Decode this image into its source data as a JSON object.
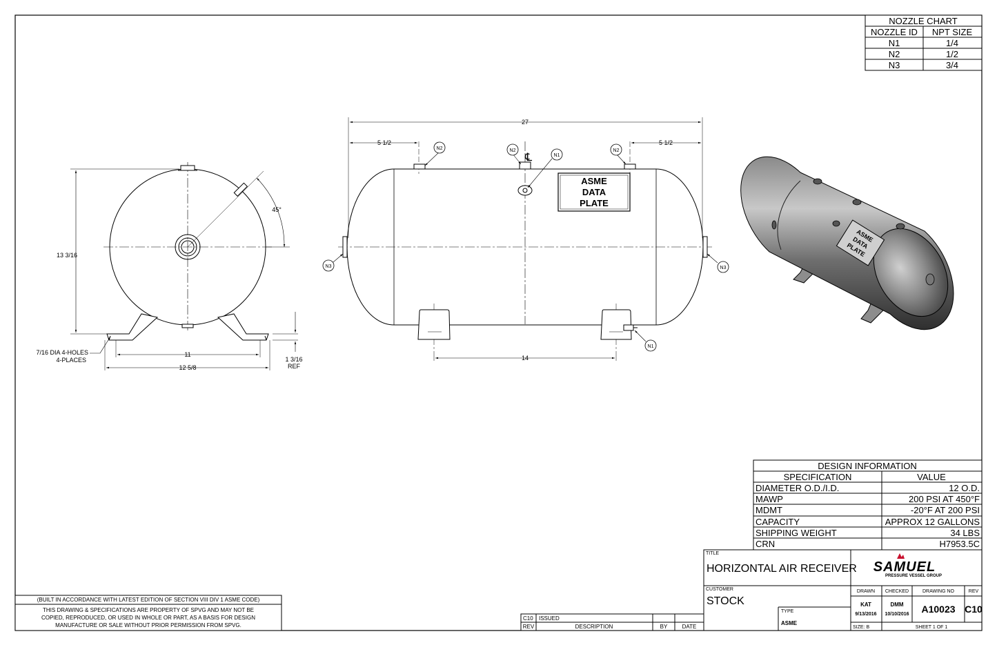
{
  "nozzle_chart": {
    "title": "NOZZLE CHART",
    "headers": [
      "NOZZLE ID",
      "NPT SIZE"
    ],
    "rows": [
      {
        "id": "N1",
        "size": "1/4"
      },
      {
        "id": "N2",
        "size": "1/2"
      },
      {
        "id": "N3",
        "size": "3/4"
      }
    ]
  },
  "end_view": {
    "height_dim": "13 3/16",
    "angle_dim": "45°",
    "feet_span_dim": "11",
    "overall_width_dim": "12 5/8",
    "foot_height_dim": "1 3/16",
    "foot_height_ref": "REF",
    "holes_note_1": "7/16 DIA 4-HOLES",
    "holes_note_2": "4-PLACES"
  },
  "side_view": {
    "overall_length_dim": "27",
    "left_offset_dim": "5 1/2",
    "right_offset_dim": "5 1/2",
    "saddle_spacing_dim": "14",
    "centerline_symbol": "℄",
    "plate_line1": "ASME",
    "plate_line2": "DATA",
    "plate_line3": "PLATE",
    "callouts": {
      "n1_top": "N1",
      "n2_left": "N2",
      "n2_center": "N2",
      "n2_right": "N2",
      "n3_left": "N3",
      "n3_right": "N3",
      "n1_bottom": "N1"
    }
  },
  "iso_view": {
    "plate_line1": "ASME",
    "plate_line2": "DATA",
    "plate_line3": "PLATE"
  },
  "design_info": {
    "title": "DESIGN INFORMATION",
    "headers": [
      "SPECIFICATION",
      "VALUE"
    ],
    "rows": [
      {
        "spec": "DIAMETER O.D./I.D.",
        "value": "12 O.D."
      },
      {
        "spec": "MAWP",
        "value": "200 PSI AT 450°F"
      },
      {
        "spec": "MDMT",
        "value": "-20°F AT 200 PSI"
      },
      {
        "spec": "CAPACITY",
        "value": "APPROX 12 GALLONS"
      },
      {
        "spec": "SHIPPING WEIGHT",
        "value": "34 LBS"
      },
      {
        "spec": "CRN",
        "value": "H7953.5C"
      }
    ]
  },
  "title_block": {
    "title_label": "TITLE",
    "title": "HORIZONTAL AIR RECEIVER",
    "customer_label": "CUSTOMER",
    "customer": "STOCK",
    "type_label": "TYPE",
    "type": "ASME",
    "drawn_label": "DRAWN",
    "drawn_by": "KAT",
    "drawn_date": "9/13/2016",
    "checked_label": "CHECKED",
    "checked_by": "DMM",
    "checked_date": "10/10/2016",
    "drawing_no_label": "DRAWING NO",
    "drawing_no": "A10023",
    "rev_label": "REV",
    "rev": "C10",
    "size_label": "SIZE: B",
    "sheet": "SHEET 1  OF 1",
    "logo_text": "SAMUEL",
    "logo_subtext": "PRESSURE VESSEL GROUP"
  },
  "revision_block": {
    "rev": "C10",
    "description": "ISSUED",
    "headers": [
      "REV",
      "DESCRIPTION",
      "BY",
      "DATE"
    ]
  },
  "notes": {
    "asme_note": "(BUILT IN ACCORDANCE WITH LATEST EDITION OF SECTION VIII DIV 1 ASME CODE)",
    "property_line1": "THIS DRAWING & SPECIFICATIONS ARE PROPERTY OF SPVG AND MAY NOT BE",
    "property_line2": "COPIED, REPRODUCED, OR USED IN WHOLE OR PART, AS A BASIS FOR DESIGN",
    "property_line3": "MANUFACTURE OR SALE WITHOUT PRIOR PERMISSION FROM SPVG."
  },
  "colors": {
    "line": "#000000",
    "paper": "#ffffff",
    "logo_red": "#c8102e",
    "tank_dark": "#4a4a4a",
    "tank_light": "#b0b0b0"
  }
}
